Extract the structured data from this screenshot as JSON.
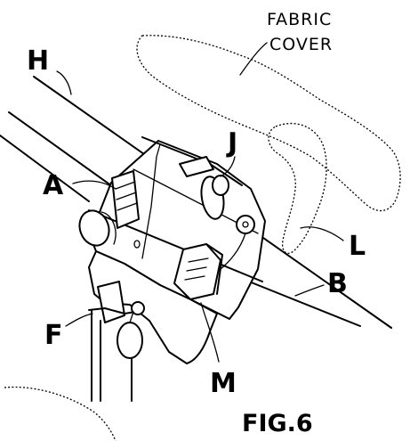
{
  "figure_title": "FIG.6",
  "labels": {
    "h": "H",
    "j": "J",
    "a": "A",
    "l": "L",
    "b": "B",
    "f": "F",
    "m": "M",
    "fabric_cover_line1": "FABRIC",
    "fabric_cover_line2": "COVER"
  },
  "colors": {
    "ink": "#000000",
    "paper": "#ffffff"
  }
}
